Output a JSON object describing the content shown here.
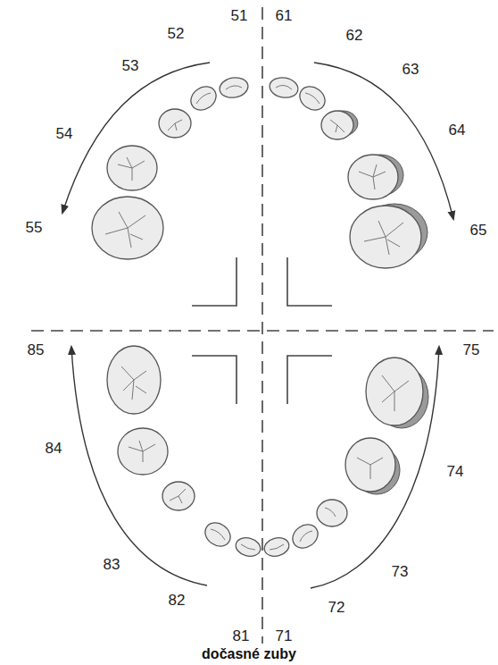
{
  "diagram": {
    "caption": "dočasné zuby",
    "labels": [
      "51",
      "61",
      "52",
      "62",
      "53",
      "63",
      "54",
      "64",
      "55",
      "65",
      "85",
      "75",
      "84",
      "74",
      "83",
      "73",
      "82",
      "72",
      "81",
      "71"
    ]
  }
}
